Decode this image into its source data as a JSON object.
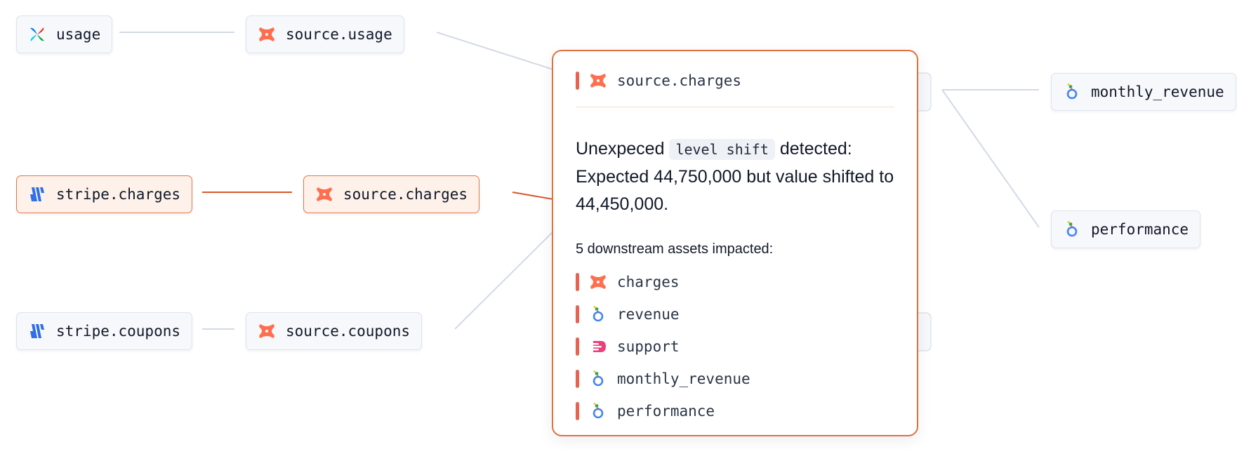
{
  "nodes": [
    {
      "id": "usage",
      "label": "usage",
      "icon": "airflow-icon",
      "highlighted": false
    },
    {
      "id": "source_usage",
      "label": "source.usage",
      "icon": "dbt-icon",
      "highlighted": false
    },
    {
      "id": "stripe_charges",
      "label": "stripe.charges",
      "icon": "stripe-fivetran-icon",
      "highlighted": true
    },
    {
      "id": "source_charges",
      "label": "source.charges",
      "icon": "dbt-icon",
      "highlighted": true
    },
    {
      "id": "stripe_coupons",
      "label": "stripe.coupons",
      "icon": "stripe-fivetran-icon",
      "highlighted": false
    },
    {
      "id": "source_coupons",
      "label": "source.coupons",
      "icon": "dbt-icon",
      "highlighted": false
    },
    {
      "id": "monthly_revenue",
      "label": "monthly_revenue",
      "icon": "looker-icon",
      "highlighted": false
    },
    {
      "id": "performance",
      "label": "performance",
      "icon": "looker-icon",
      "highlighted": false
    }
  ],
  "popup": {
    "title": "source.charges",
    "message": {
      "prefix": "Unexpeced ",
      "anomaly_type": "level shift",
      "suffix": " detected: Expected 44,750,000 but value shifted to 44,450,000."
    },
    "impacted_heading": "5 downstream assets impacted:",
    "impacted": [
      {
        "label": "charges",
        "icon": "dbt-icon"
      },
      {
        "label": "revenue",
        "icon": "looker-icon"
      },
      {
        "label": "support",
        "icon": "hightouch-icon"
      },
      {
        "label": "monthly_revenue",
        "icon": "looker-icon"
      },
      {
        "label": "performance",
        "icon": "looker-icon"
      }
    ]
  },
  "colors": {
    "accent": "#e0703f",
    "edge_default": "#d3dae5",
    "edge_highlight": "#d9582e",
    "status_bar": "#e8624f"
  }
}
